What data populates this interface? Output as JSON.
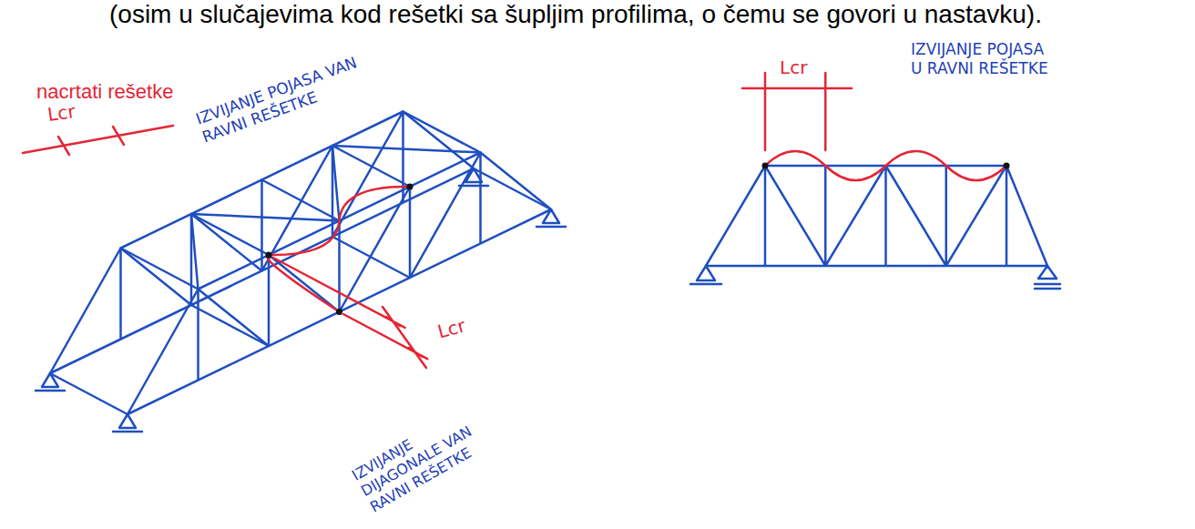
{
  "diagram": {
    "labels": [
      "(osim u slučajevima kod rešetki sa šupljim profilima, o čemu se govori u nastavku).",
      "nacrtati rešetke",
      "IZVIJANJE POJASA VAN RAVNI REŠETKE",
      "Lcr",
      "Lcr",
      "IZVIJANJE DIJAGONALE VAN RAVNI REŠETKE",
      "Lcr",
      "IZVIJANJE POJASA U RAVNI REŠETKE"
    ]
  }
}
